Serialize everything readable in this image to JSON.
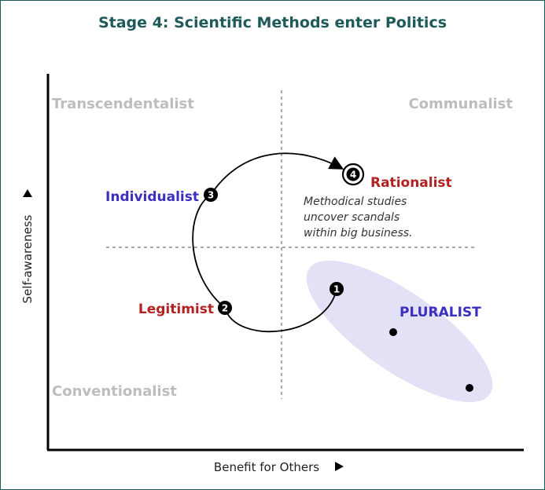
{
  "title": "Stage 4: Scientific Methods enter Politics",
  "quadrants": {
    "top_left": "Transcendentalist",
    "top_right": "Communalist",
    "bottom_left": "Conventionalist"
  },
  "stages": [
    {
      "number": "1",
      "name": ""
    },
    {
      "number": "2",
      "name": "Legitimist",
      "color": "#b22222"
    },
    {
      "number": "3",
      "name": "Individualist",
      "color": "#3a2fc0"
    },
    {
      "number": "4",
      "name": "Rationalist",
      "color": "#b22222"
    }
  ],
  "pluralist": {
    "label": "PLURALIST",
    "color": "#3a2fc0"
  },
  "note": [
    "Methodical studies",
    "uncover scandals",
    "within big business."
  ],
  "axes": {
    "y_label": "Self-awareness",
    "x_label": "Benefit for Others"
  },
  "colors": {
    "title": "#1f5a5a",
    "quadrant_label": "#bdbdbd",
    "ellipse_fill": "#e3e1f6"
  }
}
